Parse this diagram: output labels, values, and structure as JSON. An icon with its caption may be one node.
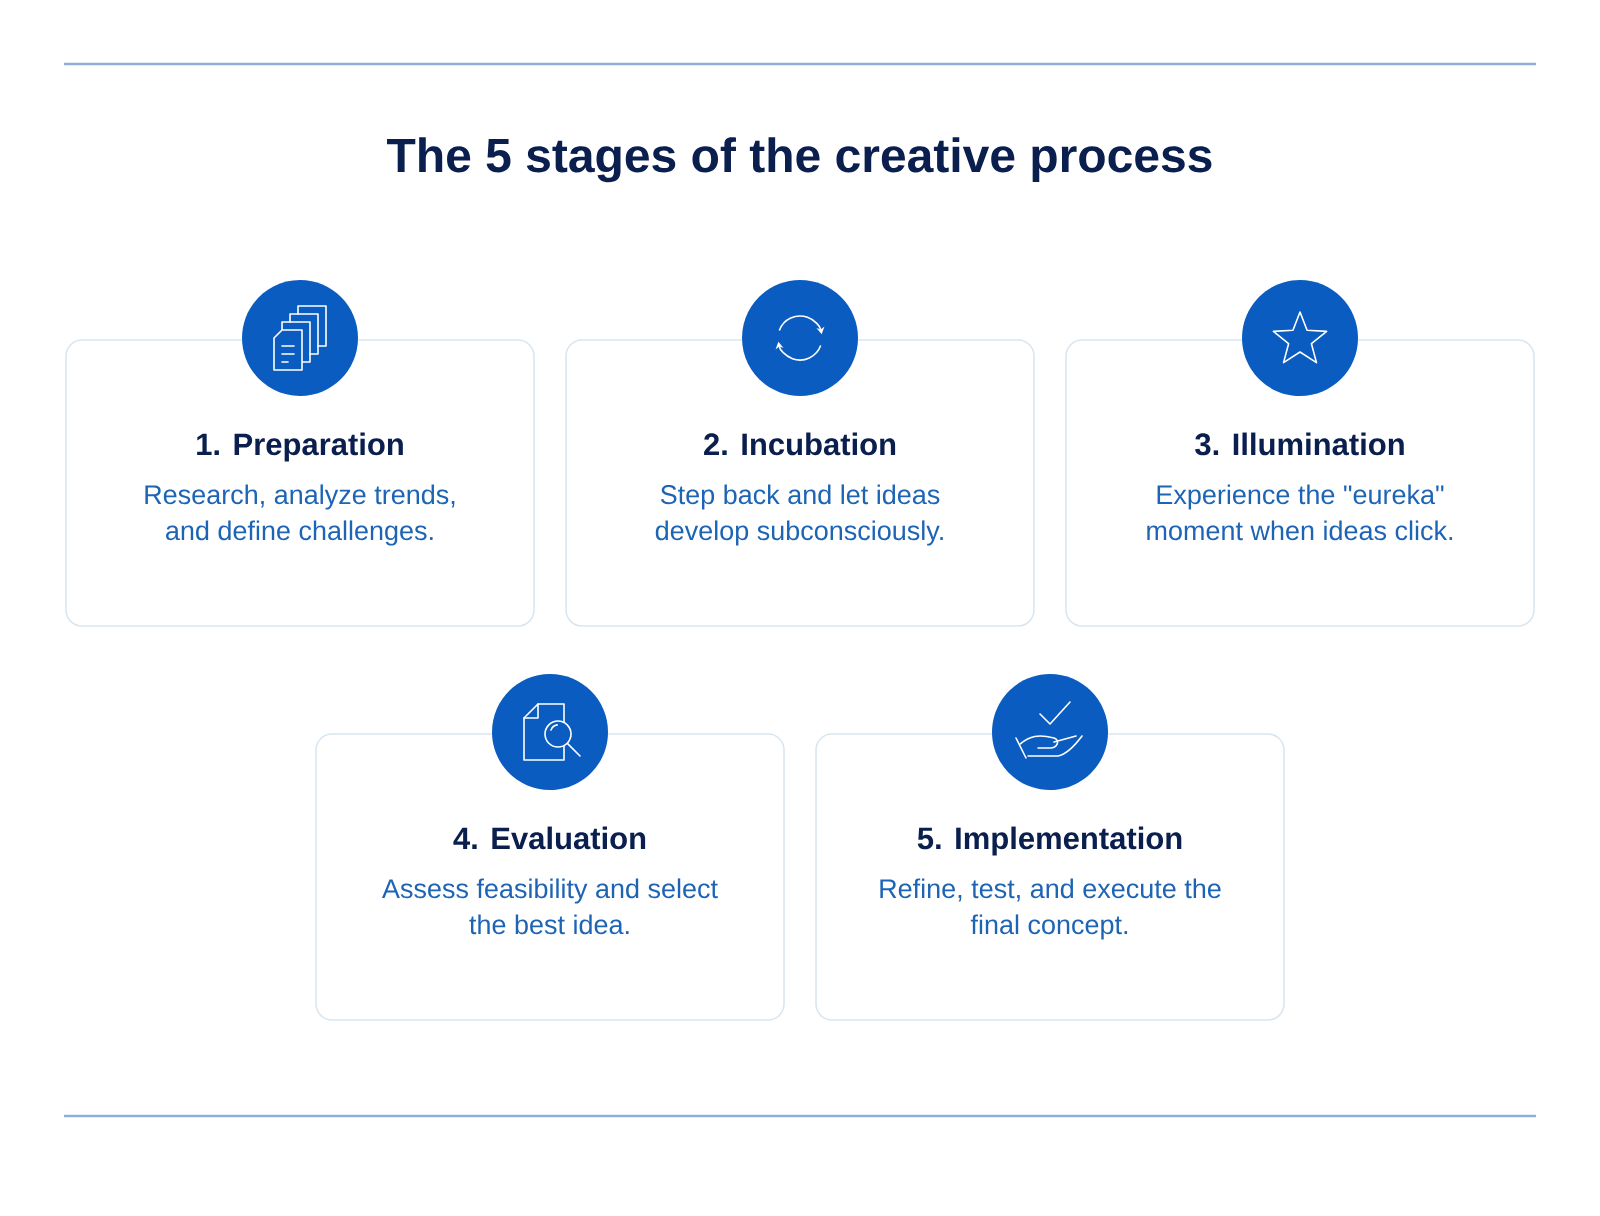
{
  "diagram": {
    "title": "The 5 stages of the creative process",
    "nodes": [
      {
        "text": [
          "1. Preparation",
          "Research, analyze trends, and define challenges."
        ]
      },
      {
        "text": [
          "2. Incubation",
          "Step back and let ideas develop subconsciously."
        ]
      },
      {
        "text": [
          "3. Illumination",
          "Experience the \"eureka\" moment when ideas click."
        ]
      },
      {
        "text": [
          "4. Evaluation",
          "Assess feasibility and select the best idea."
        ]
      },
      {
        "text": [
          "5. Implementation",
          "Refine, test, and execute the final concept."
        ]
      }
    ]
  }
}
